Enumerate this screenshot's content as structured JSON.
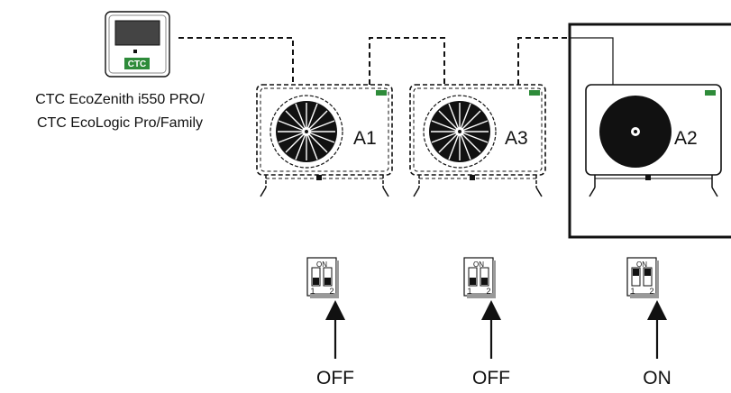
{
  "controller": {
    "logo": "CTC",
    "label_line1": "CTC EcoZenith i550 PRO/",
    "label_line2": "CTC EcoLogic Pro/Family"
  },
  "units": [
    {
      "id": "A1",
      "state": "OFF",
      "dip_on_label": "ON",
      "dip_1": "1",
      "dip_2": "2",
      "style": "dashed"
    },
    {
      "id": "A3",
      "state": "OFF",
      "dip_on_label": "ON",
      "dip_1": "1",
      "dip_2": "2",
      "style": "dashed"
    },
    {
      "id": "A2",
      "state": "ON",
      "dip_on_label": "ON",
      "dip_1": "1",
      "dip_2": "2",
      "style": "solid"
    }
  ],
  "colors": {
    "logo_green": "#2e8b3a",
    "line": "#111111"
  }
}
